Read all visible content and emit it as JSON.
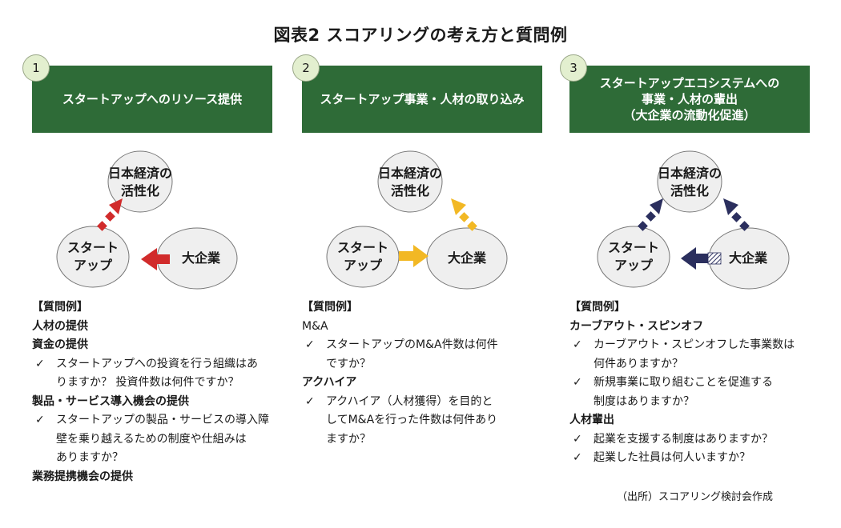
{
  "title": "図表2 スコアリングの考え方と質問例",
  "columns": [
    {
      "number": "1",
      "header": "スタートアップへのリソース提供",
      "nodes": {
        "top": "日本経済の\n活性化",
        "left": "スタート\nアップ",
        "right": "大企業"
      },
      "arrow_color": "#d12b2b",
      "questions": [
        {
          "type": "heading",
          "text": "【質問例】"
        },
        {
          "type": "heading",
          "text": "人材の提供"
        },
        {
          "type": "heading",
          "text": "資金の提供"
        },
        {
          "type": "check",
          "text": "スタートアップへの投資を行う組織はあ"
        },
        {
          "type": "cont",
          "text": "りますか？ 投資件数は何件ですか？"
        },
        {
          "type": "heading",
          "text": "製品・サービス導入機会の提供"
        },
        {
          "type": "check",
          "text": "スタートアップの製品・サービスの導入障"
        },
        {
          "type": "cont",
          "text": "壁を乗り越えるための制度や仕組みは"
        },
        {
          "type": "cont",
          "text": "ありますか？"
        },
        {
          "type": "heading",
          "text": "業務提携機会の提供"
        }
      ]
    },
    {
      "number": "2",
      "header": "スタートアップ事業・人材の取り込み",
      "nodes": {
        "top": "日本経済の\n活性化",
        "left": "スタート\nアップ",
        "right": "大企業"
      },
      "arrow_color": "#f2b824",
      "questions": [
        {
          "type": "heading",
          "text": "【質問例】"
        },
        {
          "type": "plain",
          "text": "M&A"
        },
        {
          "type": "check",
          "text": "スタートアップのM&A件数は何件"
        },
        {
          "type": "cont",
          "text": "ですか？"
        },
        {
          "type": "heading",
          "text": "アクハイア"
        },
        {
          "type": "check",
          "text": "アクハイア（人材獲得）を目的と"
        },
        {
          "type": "cont",
          "text": "してM&Aを行った件数は何件あり"
        },
        {
          "type": "cont",
          "text": "ますか？"
        }
      ]
    },
    {
      "number": "3",
      "header": "スタートアップエコシステムへの\n事業・人材の輩出\n（大企業の流動化促進）",
      "nodes": {
        "top": "日本経済の\n活性化",
        "left": "スタート\nアップ",
        "right": "大企業"
      },
      "arrow_color": "#2b2f5e",
      "questions": [
        {
          "type": "heading",
          "text": "【質問例】"
        },
        {
          "type": "heading",
          "text": "カーブアウト・スピンオフ"
        },
        {
          "type": "check",
          "text": "カーブアウト・スピンオフした事業数は"
        },
        {
          "type": "cont",
          "text": "何件ありますか？"
        },
        {
          "type": "check",
          "text": "新規事業に取り組むことを促進する"
        },
        {
          "type": "cont",
          "text": "制度はありますか？"
        },
        {
          "type": "heading",
          "text": "人材輩出"
        },
        {
          "type": "check",
          "text": "起業を支援する制度はありますか？"
        },
        {
          "type": "check",
          "text": "起業した社員は何人いますか？"
        }
      ]
    }
  ],
  "check_mark": "✓",
  "source": "（出所）スコアリング検討会作成",
  "colors": {
    "header_bg": "#2e6b37",
    "node_fill": "#efefef",
    "number_circle": "#e3efcf"
  }
}
